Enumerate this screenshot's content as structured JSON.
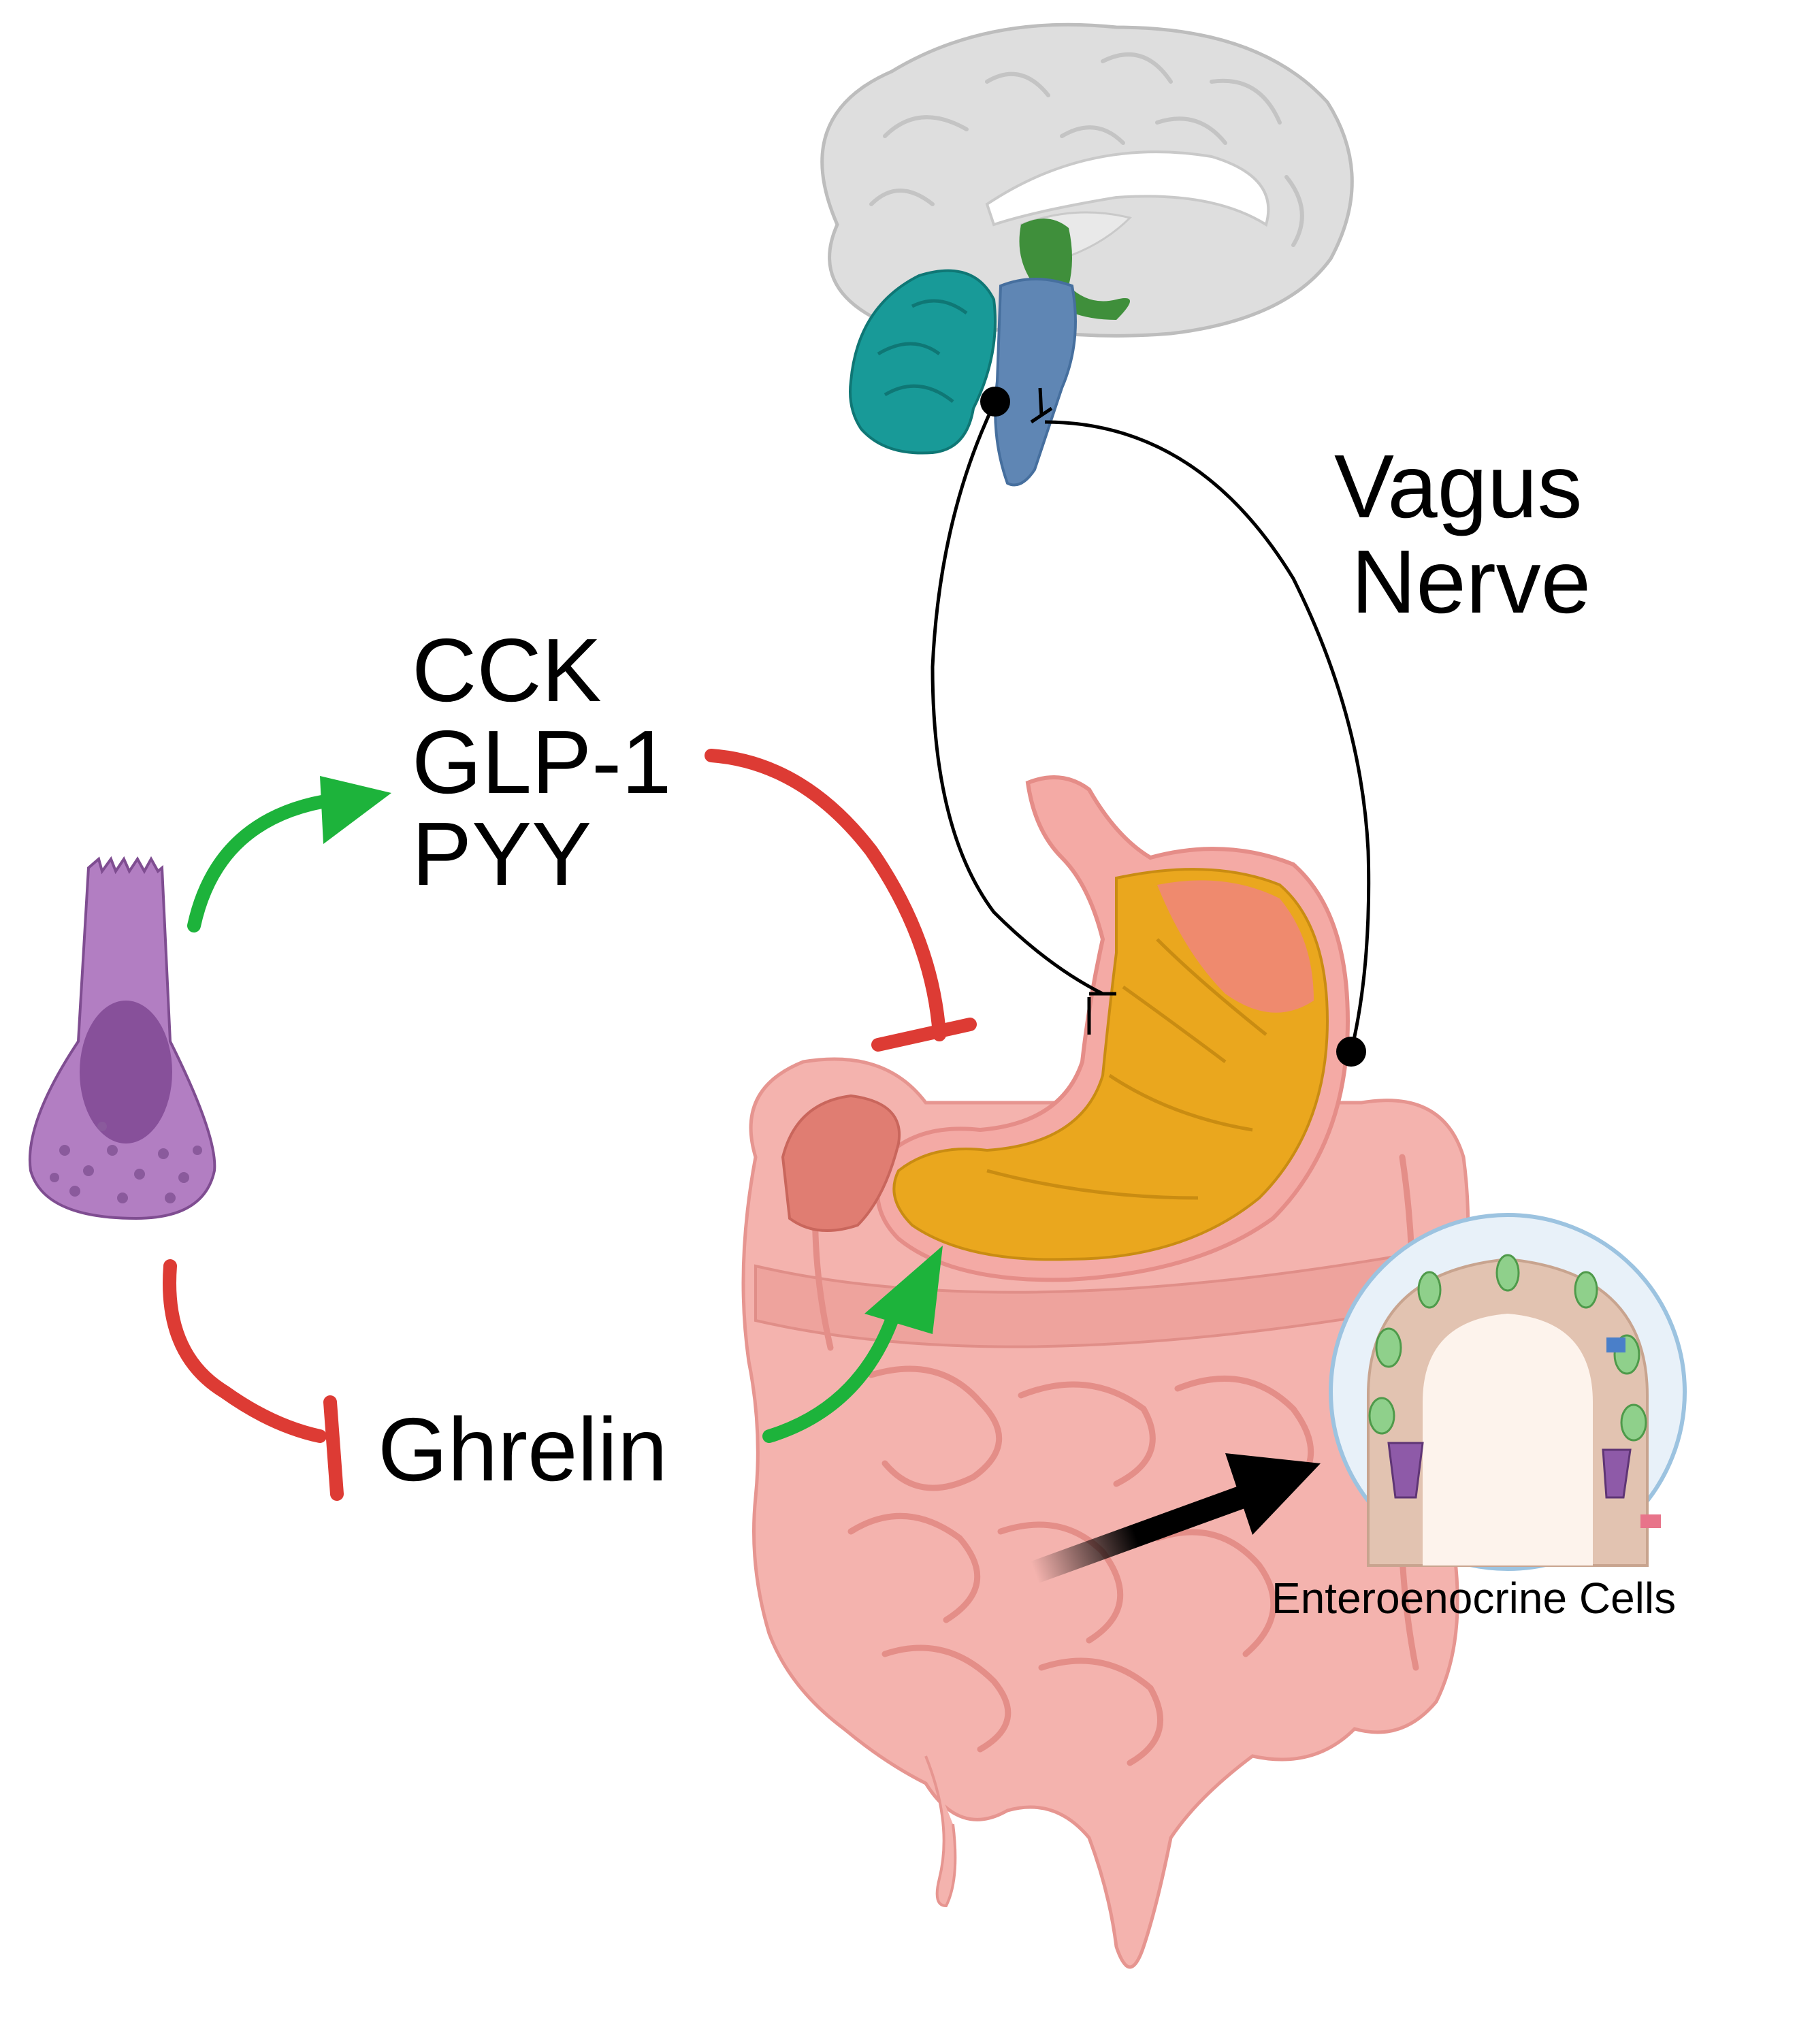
{
  "labels": {
    "hormones": [
      "CCK",
      "GLP-1",
      "PYY"
    ],
    "ghrelin": "Ghrelin",
    "vagus": [
      "Vagus",
      "Nerve"
    ],
    "enteroendocrine": "Enteroenocrine Cells"
  },
  "colors": {
    "stimulate_arrow": "#1db33b",
    "inhibit_arrow": "#dd3b34",
    "nerve": "#000000",
    "cell_body": "#b27ec2",
    "cell_nucleus": "#87509a",
    "intestine": "#f4b3ae",
    "stomach": "#eaa71e",
    "brain": "#dedede",
    "cerebellum": "#189a98",
    "brainstem": "#5f86b4"
  },
  "icons": [
    "enteroendocrine-cell-icon",
    "brain-icon",
    "stomach-icon",
    "intestine-icon",
    "intestinal-villus-icon"
  ]
}
